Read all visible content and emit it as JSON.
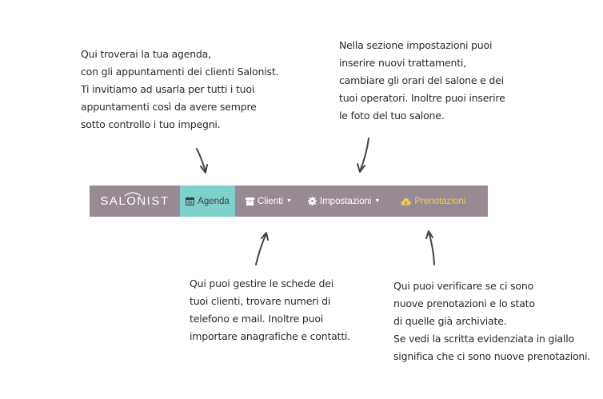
{
  "notes": {
    "agenda": [
      "Qui troverai la tua agenda,",
      "con gli appuntamenti dei clienti Salonist.",
      "Ti invitiamo ad usarla per tutti i tuoi",
      "appuntamenti così da avere sempre",
      "sotto controllo i tuo impegni."
    ],
    "impostazioni": [
      "Nella sezione impostazioni puoi",
      "inserire nuovi trattamenti,",
      "cambiare gli orari del salone e dei",
      "tuoi operatori. Inoltre puoi inserire",
      "le foto del tuo salone."
    ],
    "clienti": [
      "Qui puoi gestire le schede dei",
      "tuoi clienti, trovare numeri di",
      "telefono e mail. Inoltre puoi",
      "importare anagrafiche e contatti."
    ],
    "prenotazioni": [
      "Qui puoi verificare se  ci sono",
      "nuove prenotazioni e lo stato",
      "di quelle già archiviate.",
      "Se vedi la scritta evidenziata in giallo",
      "significa che ci sono nuove prenotazioni."
    ]
  },
  "navbar": {
    "brand": "SALONIST",
    "items": {
      "agenda": {
        "label": "Agenda",
        "icon": "calendar-icon",
        "active": true
      },
      "clienti": {
        "label": "Clienti",
        "icon": "archive-box-icon",
        "dropdown": true
      },
      "impostazioni": {
        "label": "Impostazioni",
        "icon": "gear-icon",
        "dropdown": true
      },
      "prenotazioni": {
        "label": "Prenotazioni",
        "icon": "cloud-icon",
        "highlight": true
      }
    },
    "colors": {
      "background": "#978a92",
      "active": "#7fd2cc",
      "highlight": "#f2c94c",
      "text": "#ffffff"
    }
  }
}
